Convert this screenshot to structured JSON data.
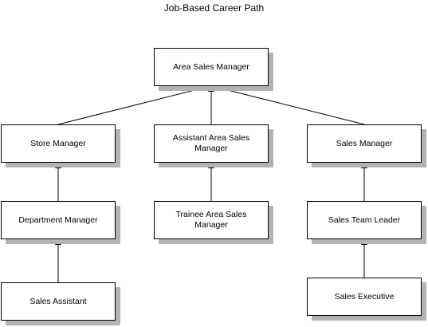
{
  "title": "Job-Based Career Path",
  "nodes": {
    "area_sales_manager": "Area Sales Manager",
    "store_manager": "Store Manager",
    "assistant_area_sales_manager": "Assistant Area Sales Manager",
    "sales_manager": "Sales Manager",
    "department_manager": "Department Manager",
    "trainee_area_sales_manager": "Trainee Area Sales Manager",
    "sales_team_leader": "Sales Team Leader",
    "sales_assistant": "Sales Assistant",
    "sales_executive": "Sales Executive"
  },
  "colors": {
    "shadow": "#b3b3b3",
    "border": "#000000",
    "arrow": "#000000"
  }
}
